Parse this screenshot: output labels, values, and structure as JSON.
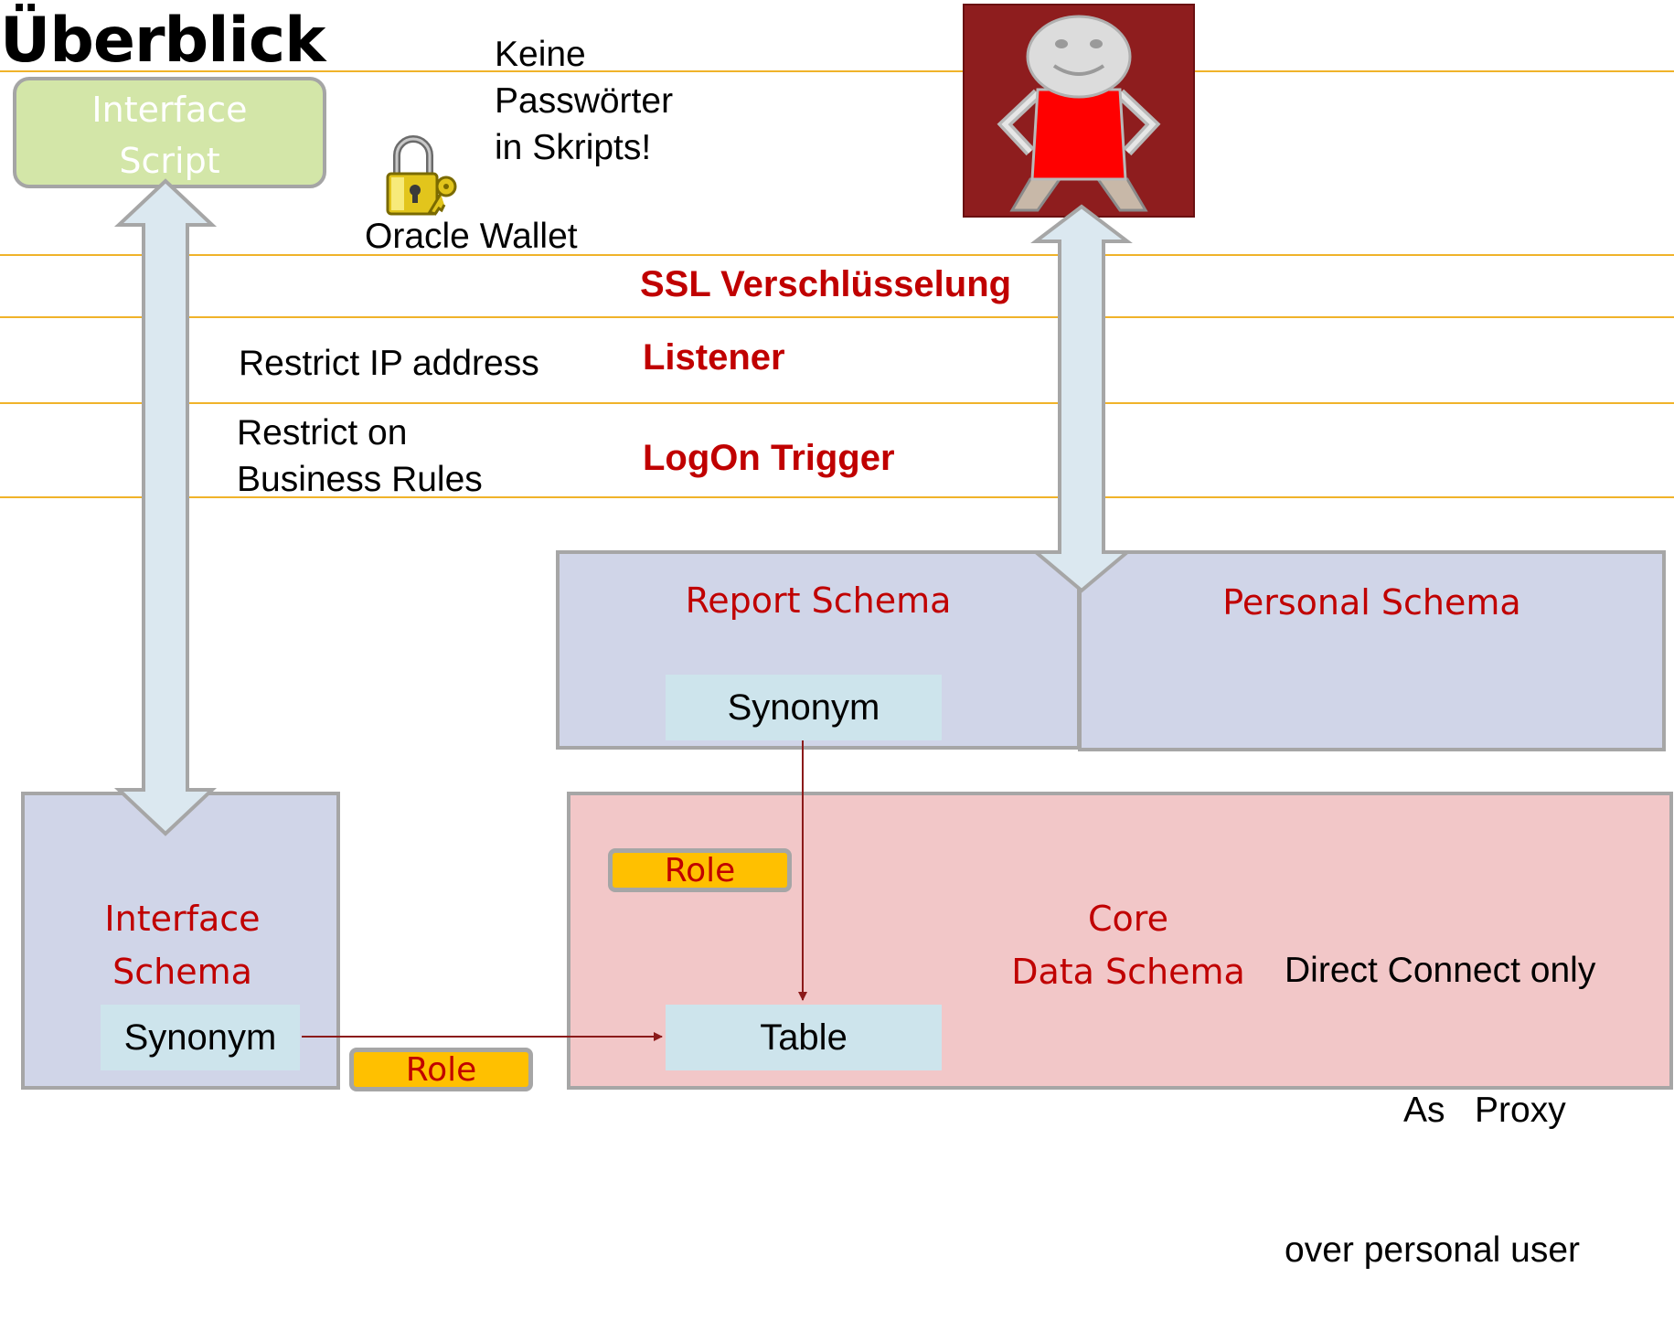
{
  "title": "Überblick",
  "interface_script": {
    "line1": "Interface",
    "line2": "Script"
  },
  "note_passwords": "Keine\nPasswörter\nin Skripts!",
  "wallet_label": "Oracle Wallet",
  "ssl_label": "SSL Verschlüsselung",
  "restrict_ip": "Restrict IP address",
  "listener_label": "Listener",
  "restrict_rules": "Restrict on\nBusiness Rules",
  "logon_trigger": "LogOn Trigger",
  "report_schema": {
    "label": "Report Schema",
    "synonym": "Synonym"
  },
  "personal_schema": {
    "label": "Personal Schema"
  },
  "interface_schema": {
    "line1": "Interface",
    "line2": "Schema",
    "synonym": "Synonym"
  },
  "core_schema": {
    "line1": "Core",
    "line2": "Data Schema",
    "table": "Table",
    "role": "Role"
  },
  "bottom_role": "Role",
  "direct_connect": {
    "line1": "Direct Connect only",
    "line2": "As   Proxy",
    "line3": "over personal user"
  },
  "icons": {
    "user": "user-figure-icon",
    "lock": "padlock-key-icon"
  },
  "colors": {
    "accent_red": "#c00000",
    "schema_blue": "#d0d5e8",
    "core_pink": "#f2c7c8",
    "line_gold": "#f0b32a",
    "role_gold": "#ffc000"
  }
}
